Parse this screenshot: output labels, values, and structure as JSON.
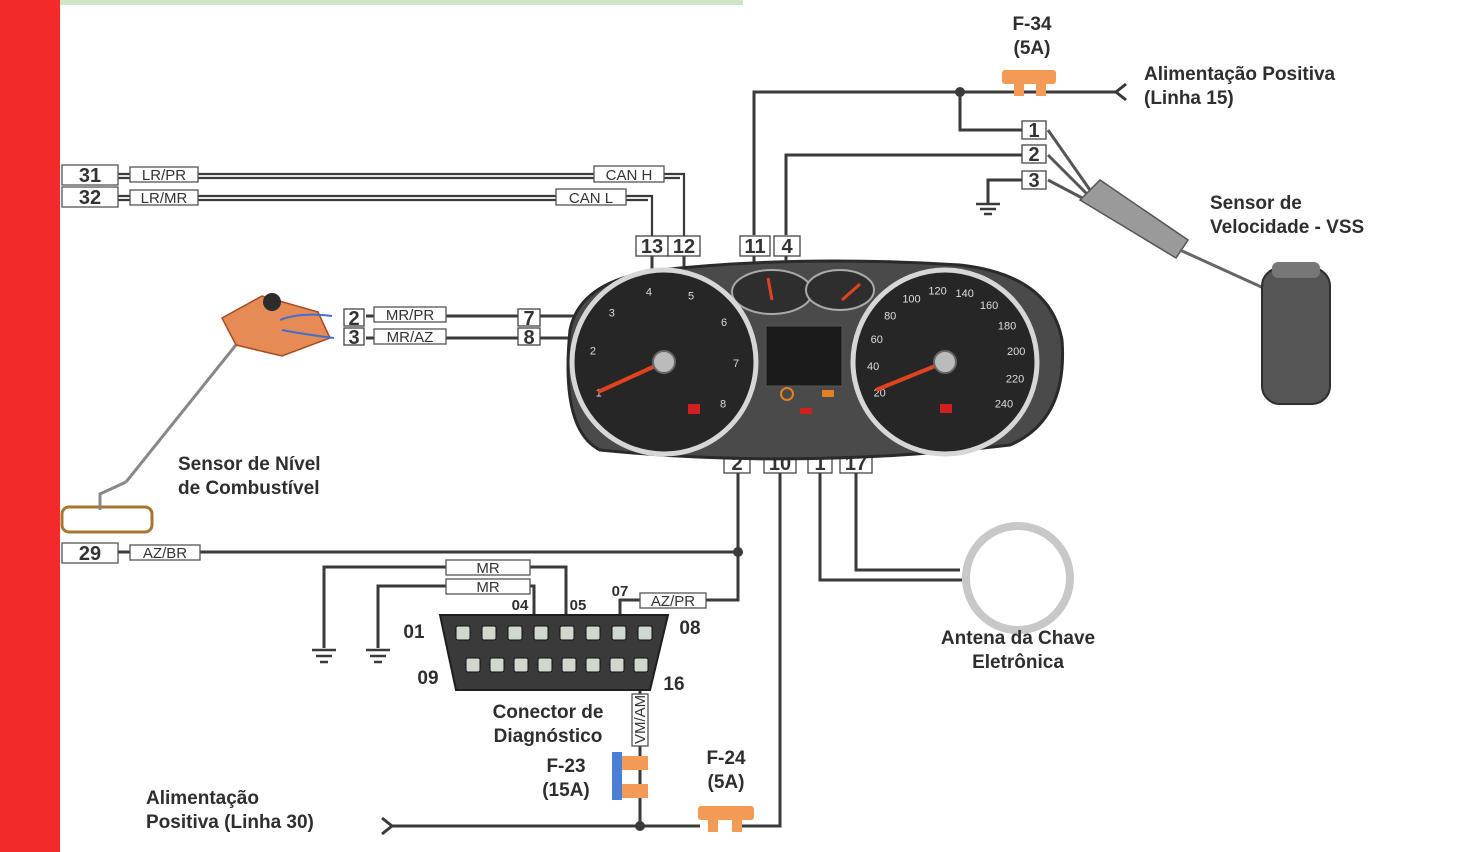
{
  "colors": {
    "left_bar": "#f42a2a",
    "top_strip": "#cfe6c4",
    "needle": "#e0431f",
    "fuse": "#f39a55",
    "wire": "#3a3a3a",
    "highlight": "#a8762e"
  },
  "fuse_f34": {
    "name": "F-34",
    "rating": "(5A)"
  },
  "fuse_f24": {
    "name": "F-24",
    "rating": "(5A)"
  },
  "fuse_f23": {
    "name": "F-23",
    "rating": "(15A)"
  },
  "power_linha15": {
    "line1": "Alimentação Positiva",
    "line2": "(Linha 15)"
  },
  "power_linha30": {
    "line1": "Alimentação",
    "line2": "Positiva (Linha 30)"
  },
  "vss": {
    "title_line1": "Sensor de",
    "title_line2": "Velocidade - VSS",
    "pins": [
      "1",
      "2",
      "3"
    ]
  },
  "fuel_sensor": {
    "title_line1": "Sensor de Nível",
    "title_line2": "de Combustível",
    "pins": [
      "2",
      "3"
    ],
    "wires": [
      "MR/PR",
      "MR/AZ"
    ]
  },
  "can_bus": {
    "pins": [
      "31",
      "32"
    ],
    "wires": [
      "LR/PR",
      "LR/MR"
    ],
    "bus": [
      "CAN H",
      "CAN L"
    ]
  },
  "line_29": {
    "pin": "29",
    "wire": "AZ/BR"
  },
  "cluster_pins": {
    "top": [
      "13",
      "12",
      "11",
      "4"
    ],
    "left": [
      "7",
      "8"
    ],
    "bottom": [
      "2",
      "10",
      "1",
      "17"
    ]
  },
  "cluster": {
    "tach_ticks": [
      "1",
      "2",
      "3",
      "4",
      "5",
      "6",
      "7",
      "8"
    ],
    "speed_ticks": [
      "20",
      "40",
      "60",
      "80",
      "100",
      "120",
      "140",
      "160",
      "180",
      "200",
      "220",
      "240"
    ]
  },
  "obd": {
    "title_line1": "Conector de",
    "title_line2": "Diagnóstico",
    "pin_01": "01",
    "pin_04": "04",
    "pin_05": "05",
    "pin_07": "07",
    "pin_08": "08",
    "pin_09": "09",
    "pin_16": "16",
    "wire_mr1": "MR",
    "wire_mr2": "MR",
    "wire_azpr": "AZ/PR",
    "wire_vmam": "VM/AM"
  },
  "antenna": {
    "line1": "Antena da Chave",
    "line2": "Eletrônica"
  }
}
